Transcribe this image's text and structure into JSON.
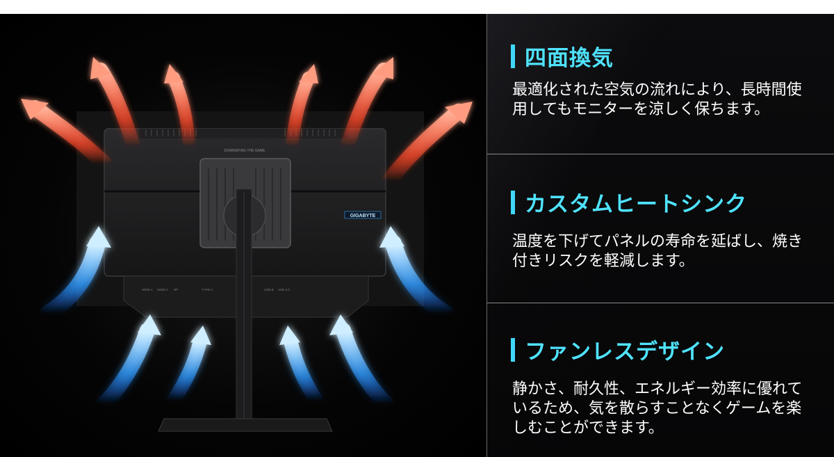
{
  "features": [
    {
      "title": "四面換気",
      "description": "最適化された空気の流れにより、長時間使用してもモニターを涼しく保ちます。"
    },
    {
      "title": "カスタムヒートシンク",
      "description": "温度を下げてパネルの寿命を延ばし、焼き付きリスクを軽減します。"
    },
    {
      "title": "ファンレスデザイン",
      "description": "静かさ、耐久性、エネルギー効率に優れているため、気を散らすことなくゲームを楽しむことができます。"
    }
  ],
  "product": {
    "brand_label": "GIGABYTE",
    "slogan": "DOMINATING THE GAME",
    "port_labels": [
      "HDMI-1",
      "HDMI-2",
      "DP",
      "TYPE-C",
      "USB-B",
      "USB 3.0"
    ]
  },
  "colors": {
    "accent": "#4fe3ff",
    "hot_airflow": "#ff5a3c",
    "cool_airflow": "#3aa8ff",
    "background": "#000000"
  }
}
